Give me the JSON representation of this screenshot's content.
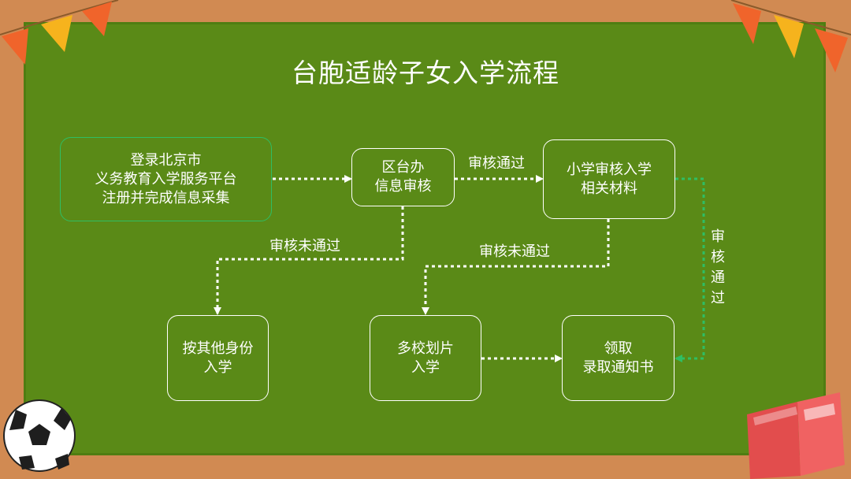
{
  "title": "台胞适龄子女入学流程",
  "nodes": {
    "register": "登录北京市\n义务教育入学服务平台\n注册并完成信息采集",
    "district": "区台办\n信息审核",
    "school": "小学审核入学\n相关材料",
    "other": "按其他身份\n入学",
    "multi": "多校划片\n入学",
    "notice": "领取\n录取通知书"
  },
  "edge_labels": {
    "pass_top": "审核通过",
    "fail_left": "审核未通过",
    "fail_mid": "审核未通过",
    "pass_right": "审核通过"
  },
  "colors": {
    "board": "#5a8a17",
    "frame": "#d18a52",
    "green_dashed": "#2fbe63",
    "white": "#ffffff"
  }
}
